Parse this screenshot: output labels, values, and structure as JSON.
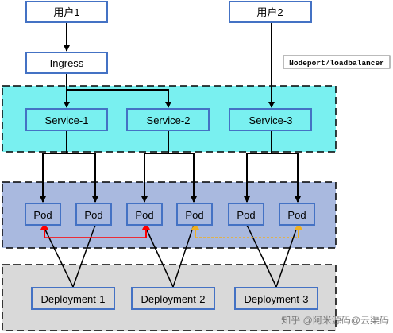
{
  "users": {
    "user1": "用户1",
    "user2": "用户2"
  },
  "ingress": "Ingress",
  "nodeport_label": "Nodeport/loadbalancer",
  "services": [
    "Service-1",
    "Service-2",
    "Service-3"
  ],
  "pods": [
    "Pod",
    "Pod",
    "Pod",
    "Pod",
    "Pod",
    "Pod"
  ],
  "deployments": [
    "Deployment-1",
    "Deployment-2",
    "Deployment-3"
  ],
  "watermark": "知乎 @阿米源码@云渠码",
  "colors": {
    "box_border": "#4472c4",
    "service_layer_bg": "#79f0f0",
    "pod_layer_bg": "#a9b9df",
    "deploy_layer_bg": "#d9d9d9",
    "arrow": "#000000",
    "red_link": "#ff0000",
    "yellow_link": "#f0b020"
  }
}
